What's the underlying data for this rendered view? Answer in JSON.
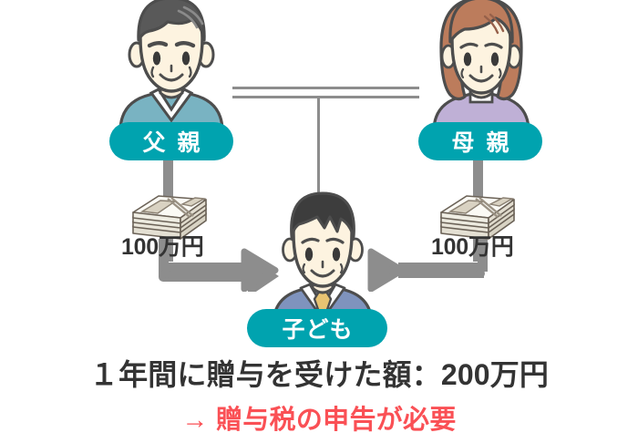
{
  "diagram": {
    "title_alt": "贈与税 親から子への贈与 図解",
    "theme": {
      "teal": "#00a3af",
      "arrow_gray": "#8d8d8d",
      "text_dark": "#333333",
      "alert_red": "#fa5055",
      "background": "#ffffff",
      "skin": "#fdf3e0",
      "outline": "#4d4d4d"
    },
    "nodes": [
      {
        "id": "father",
        "label": "父 親",
        "role": "giver",
        "side": "left"
      },
      {
        "id": "mother",
        "label": "母 親",
        "role": "giver",
        "side": "right"
      },
      {
        "id": "child",
        "label": "子ども",
        "role": "receiver",
        "side": "center"
      }
    ],
    "transfers": [
      {
        "from": "father",
        "to": "child",
        "amount_label": "100万円",
        "amount_value": 1000000
      },
      {
        "from": "mother",
        "to": "child",
        "amount_label": "100万円",
        "amount_value": 1000000
      }
    ],
    "captions": {
      "total_line": "１年間に贈与を受けた額：200万円",
      "conclusion_line": "→ 贈与税の申告が必要"
    },
    "totals": {
      "period": "１年間",
      "received_amount_label": "200万円",
      "received_amount_value": 2000000
    },
    "icons": {
      "money": "money-bundle-icon",
      "arrow_left_to_center": "arrow-right-icon",
      "arrow_right_to_center": "arrow-left-icon",
      "marriage_link": "marriage-line-icon"
    }
  }
}
